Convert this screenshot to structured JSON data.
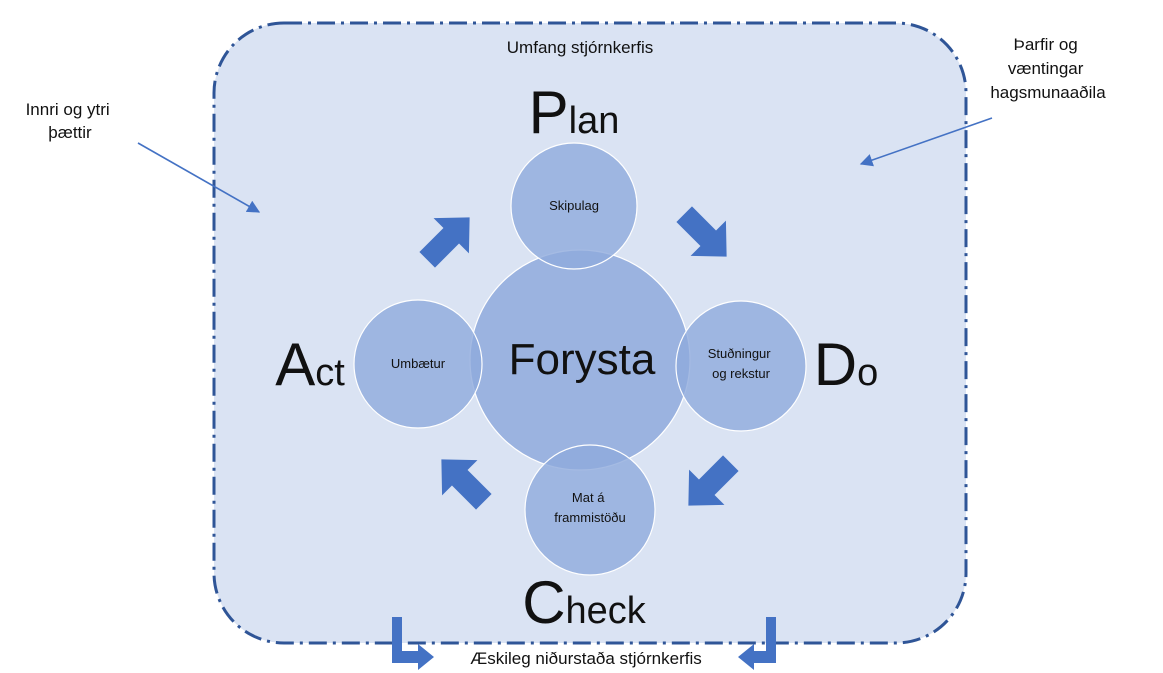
{
  "scope_label": "Umfang stjórnkerfis",
  "external_factors": {
    "line1": "Innri og ytri",
    "line2": "þættir"
  },
  "stakeholder_needs": {
    "line1": "Þarfir og",
    "line2": "væntingar",
    "line3": "hagsmunaaðila"
  },
  "center": "Forysta",
  "phases": {
    "plan": {
      "big": "P",
      "rest": "lan",
      "label": "Skipulag"
    },
    "do": {
      "big": "D",
      "rest": "o",
      "label_line1": "Stuðningur",
      "label_line2": "og rekstur"
    },
    "check": {
      "big": "C",
      "rest": "heck",
      "label_line1": "Mat á",
      "label_line2": "frammistöðu"
    },
    "act": {
      "big": "A",
      "rest": "ct",
      "label": "Umbætur"
    }
  },
  "outcome": "Æskileg niðurstaða stjórnkerfis",
  "colors": {
    "scope_fill": "#dae3f3",
    "scope_border": "#2f5597",
    "circle_fill": "#8faadc",
    "arrow_fill": "#4472c4",
    "pointer_line": "#4472c4"
  },
  "icons": {
    "cycle_arrow": "block-arrow",
    "outcome_arrow": "bent-arrow"
  }
}
